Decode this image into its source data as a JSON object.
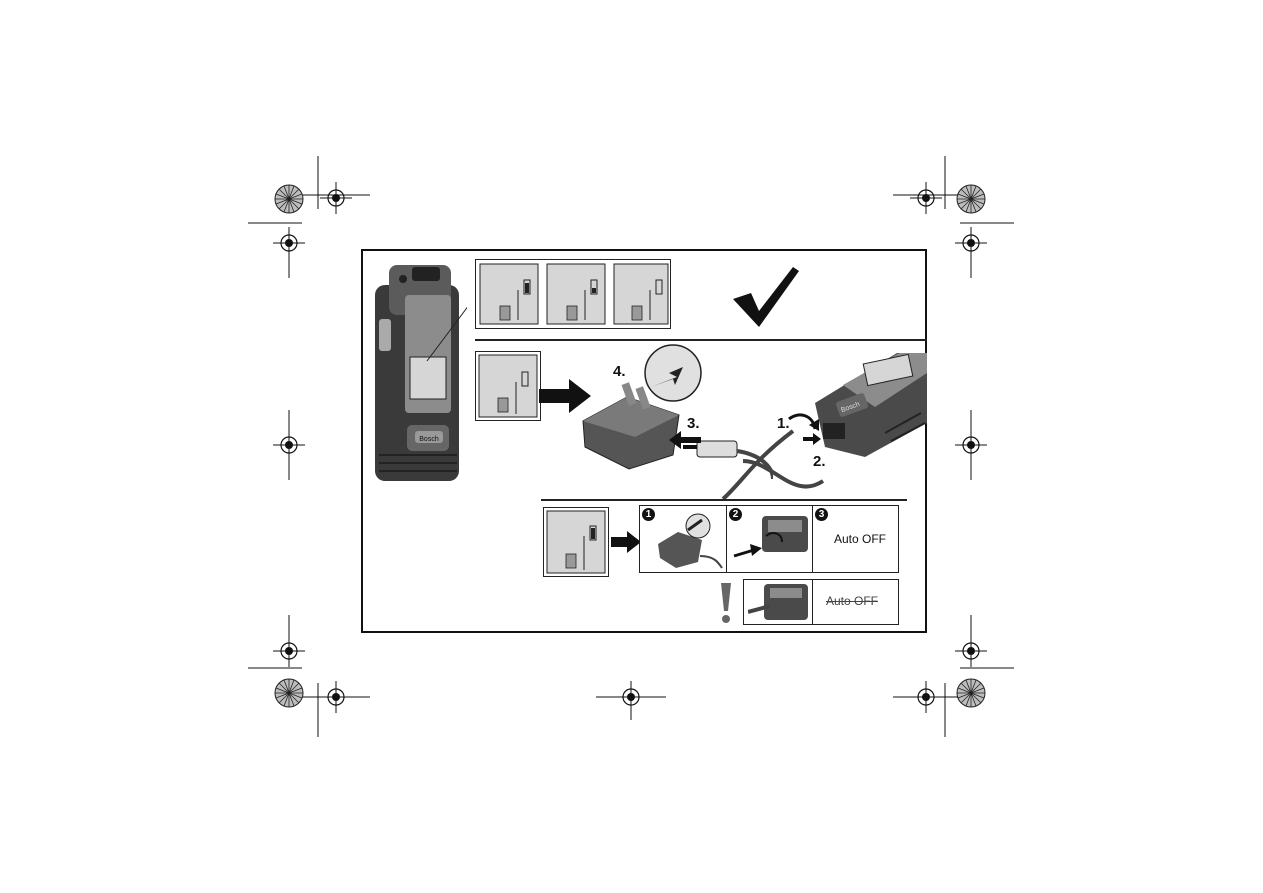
{
  "steps": {
    "s1": "1.",
    "s2": "2.",
    "s3": "3.",
    "s4": "4."
  },
  "sequence": {
    "n1": "1",
    "n2": "2",
    "n3": "3",
    "auto_off": "Auto OFF",
    "auto_off_disabled": "Auto OFF"
  },
  "device": {
    "button_label": "Bosch"
  },
  "colors": {
    "line": "#111111",
    "device_dark": "#3a3a3a",
    "device_grey": "#8c8c8c",
    "screen": "#d6d6d6",
    "registration_fill": "#bdbdbd"
  },
  "icons": {
    "checkmark": "checkmark-icon",
    "warning": "exclamation-icon",
    "registration": "crop-registration-mark-icon"
  }
}
